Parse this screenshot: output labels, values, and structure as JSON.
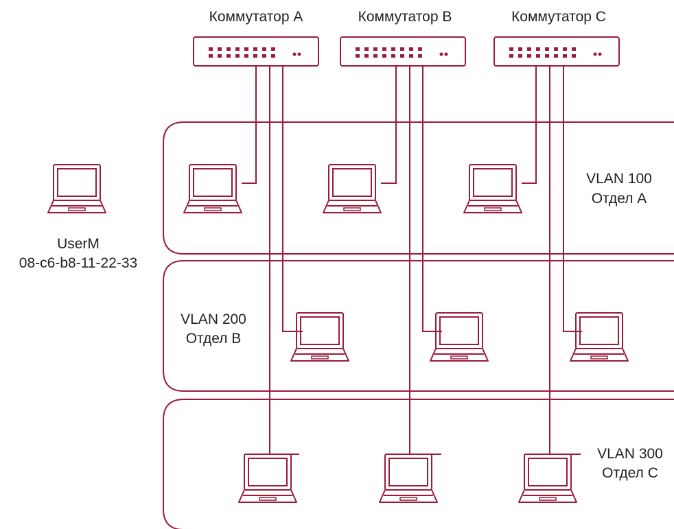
{
  "colors": {
    "accent": "#9b1b3a",
    "text": "#222222",
    "background": "#ffffff"
  },
  "switches": [
    {
      "label": "Коммутатор А",
      "icon": "network-switch-icon"
    },
    {
      "label": "Коммутатор В",
      "icon": "network-switch-icon"
    },
    {
      "label": "Коммутатор С",
      "icon": "network-switch-icon"
    }
  ],
  "vlans": [
    {
      "line1": "VLAN 100",
      "line2": "Отдел А"
    },
    {
      "line1": "VLAN 200",
      "line2": "Отдел В"
    },
    {
      "line1": "VLAN 300",
      "line2": "Отдел С"
    }
  ],
  "user": {
    "name": "UserM",
    "mac": "08-c6-b8-11-22-33",
    "icon": "laptop-icon"
  }
}
